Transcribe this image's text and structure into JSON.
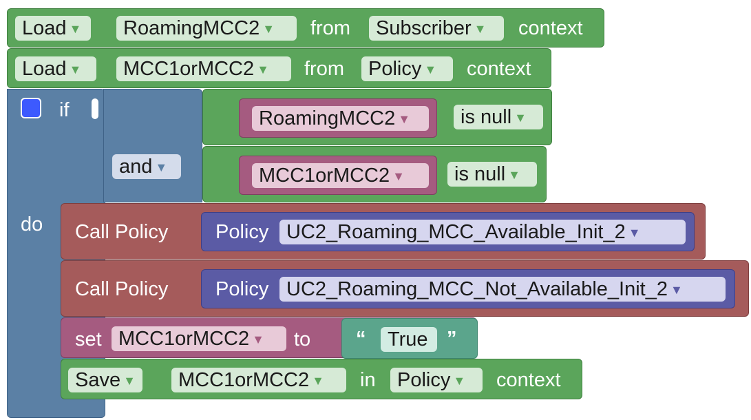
{
  "row1": {
    "load": "Load",
    "var": "RoamingMCC2",
    "from": "from",
    "ctx": "Subscriber",
    "context": "context"
  },
  "row2": {
    "load": "Load",
    "var": "MCC1orMCC2",
    "from": "from",
    "ctx": "Policy",
    "context": "context"
  },
  "ifblock": {
    "if_label": "if",
    "and_label": "and",
    "do_label": "do",
    "cond1": {
      "var": "RoamingMCC2",
      "op": "is null"
    },
    "cond2": {
      "var": "MCC1orMCC2",
      "op": "is null"
    }
  },
  "call1": {
    "label": "Call Policy",
    "policy_label": "Policy",
    "policy": "UC2_Roaming_MCC_Available_Init_2"
  },
  "call2": {
    "label": "Call Policy",
    "policy_label": "Policy",
    "policy": "UC2_Roaming_MCC_Not_Available_Init_2"
  },
  "setblock": {
    "set": "set",
    "var": "MCC1orMCC2",
    "to": "to",
    "open_quote": "“",
    "value": "True",
    "close_quote": "”"
  },
  "save": {
    "save": "Save",
    "var": "MCC1orMCC2",
    "in": "in",
    "ctx": "Policy",
    "context": "context"
  },
  "icons": {
    "dropdown": "chevron-down-icon",
    "gear": "gear-icon"
  },
  "colors": {
    "logic_green": "#5ba55b",
    "if_blue": "#5b80a5",
    "call_red": "#a55b5b",
    "policy_purple": "#5b5ba5",
    "var_pink": "#a55b80",
    "text_teal": "#5ba58c"
  }
}
